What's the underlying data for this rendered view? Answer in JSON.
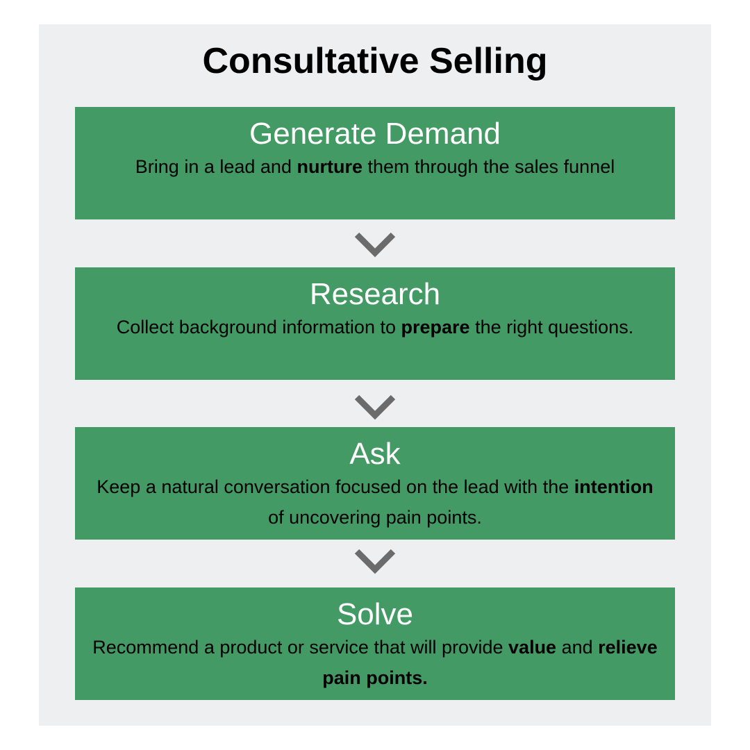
{
  "title": "Consultative Selling",
  "colors": {
    "background": "#eeeff0",
    "box": "#439a64",
    "heading": "#ffffff",
    "chevron": "#6b6b6b"
  },
  "steps": [
    {
      "title": "Generate Demand",
      "desc_pre": "Bring in a lead and ",
      "desc_bold": "nurture",
      "desc_post": " them through the sales funnel",
      "desc_bold2": ""
    },
    {
      "title": "Research",
      "desc_pre": "Collect background information to ",
      "desc_bold": "prepare",
      "desc_post": " the right questions.",
      "desc_bold2": ""
    },
    {
      "title": "Ask",
      "desc_pre": "Keep a natural conversation focused on the lead with the ",
      "desc_bold": "intention",
      "desc_post": " of uncovering pain points.",
      "desc_bold2": ""
    },
    {
      "title": "Solve",
      "desc_pre": "Recommend a product or service that will provide ",
      "desc_bold": "value",
      "desc_post": " and ",
      "desc_bold2": "relieve pain points."
    }
  ],
  "connectors": [
    "chevron-down",
    "chevron-down",
    "chevron-down"
  ]
}
